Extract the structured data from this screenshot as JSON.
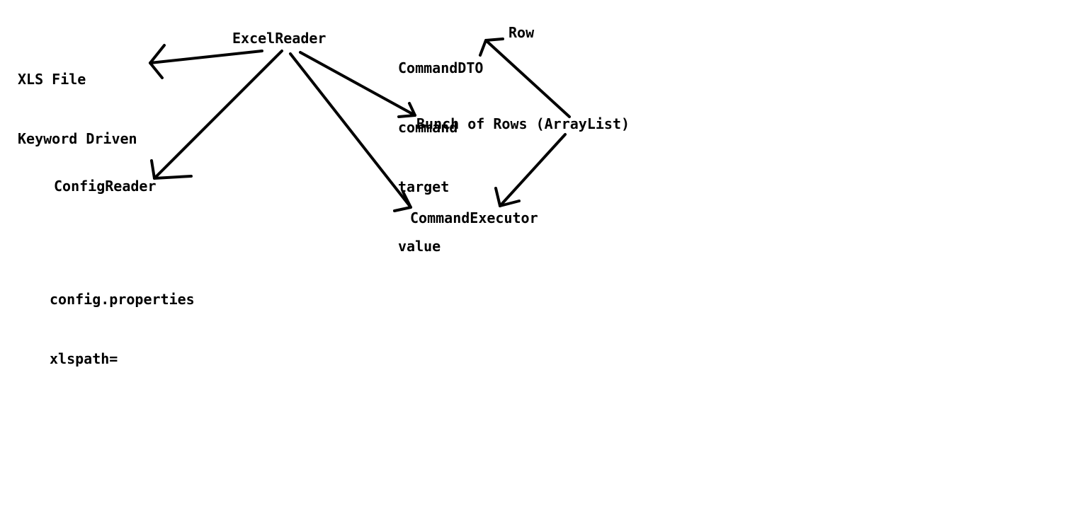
{
  "labels": {
    "xls_file": "XLS File",
    "keyword_driven": "Keyword Driven",
    "excel_reader": "ExcelReader",
    "command_dto": "CommandDTO",
    "command": "command",
    "target": "target",
    "value": "value",
    "row": "Row",
    "bunch_of_rows": "Bunch of Rows (ArrayList)",
    "config_reader": "ConfigReader",
    "command_executor": "CommandExecutor",
    "config_properties": "config.properties",
    "xlspath": "xlspath="
  },
  "colors": {
    "ink": "#000000",
    "background": "#ffffff"
  }
}
